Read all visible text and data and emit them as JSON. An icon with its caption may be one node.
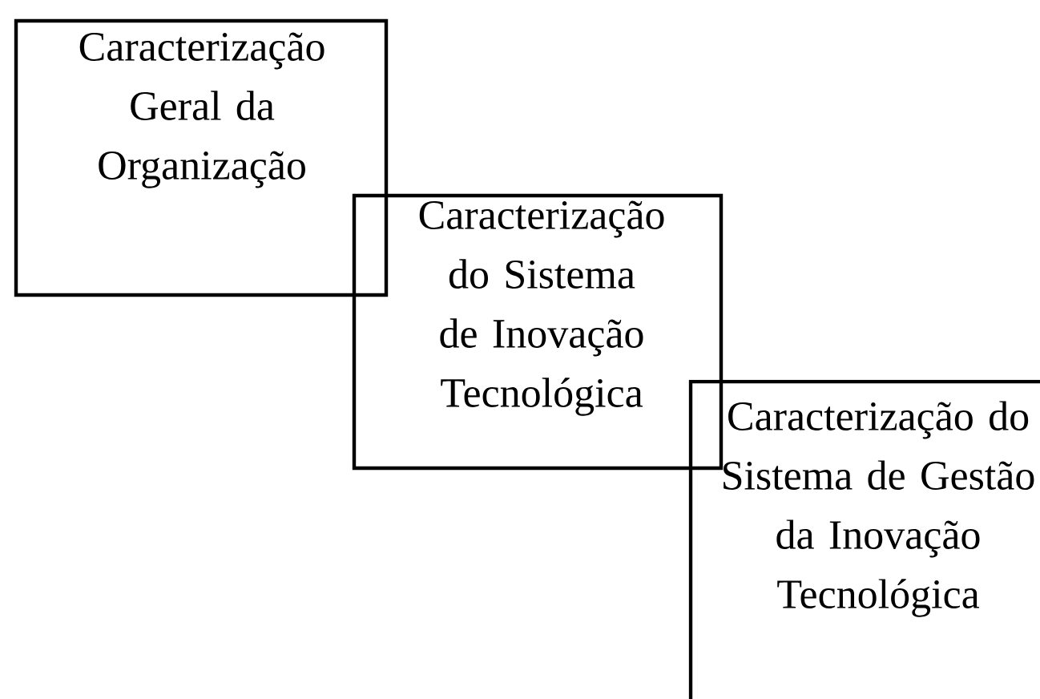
{
  "diagram": {
    "nodes": [
      {
        "text": [
          "Caracterização Geral da Organização"
        ]
      },
      {
        "text": [
          "Caracterização do Sistema de Inovação Tecnológica"
        ]
      },
      {
        "text": [
          "Caracterização do Sistema de Gestão da Inovação Tecnológica"
        ]
      }
    ]
  }
}
